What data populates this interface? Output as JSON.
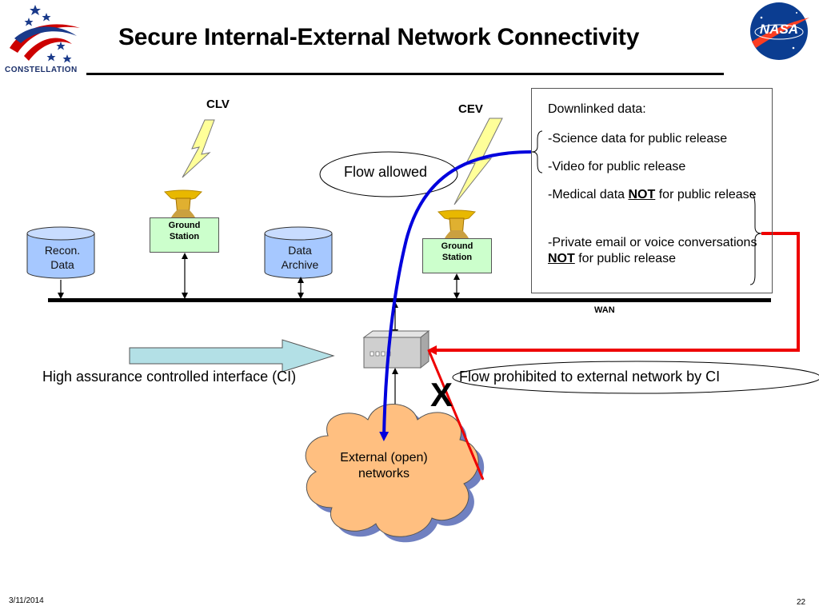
{
  "slide": {
    "title": "Secure Internal-External Network Connectivity",
    "date": "3/11/2014",
    "page": "22"
  },
  "logos": {
    "constellation_text": "CONSTELLATION",
    "nasa_text": "NASA"
  },
  "diagram": {
    "vehicles": {
      "clv": "CLV",
      "cev": "CEV"
    },
    "ground_station_line1": "Ground",
    "ground_station_line2": "Station",
    "recon_data": {
      "line1": "Recon.",
      "line2": "Data"
    },
    "data_archive": {
      "line1": "Data",
      "line2": "Archive"
    },
    "wan": "WAN",
    "flow_allowed": "Flow allowed",
    "ci_label": "High assurance controlled interface (CI)",
    "prohibited_label": "Flow prohibited to external network by CI",
    "x_mark": "X",
    "external_networks": {
      "line1": "External (open)",
      "line2": "networks"
    },
    "downlink": {
      "heading": "Downlinked data:",
      "item1": "-Science data for public release",
      "item2": "-Video for public release",
      "item3_pre": "-Medical data ",
      "item3_bold": "NOT",
      "item3_post": " for public release",
      "item4_pre": "-Private email or voice conversations ",
      "item4_bold": "NOT",
      "item4_post": " for public release"
    },
    "colors": {
      "allowed_flow": "#0000dd",
      "prohibited_flow": "#ee0000",
      "ground_station_fill": "#ccffcc",
      "database_fill": "#a6c8ff",
      "cloud_fill": "#ffbf80",
      "arrow_fill": "#b3e0e6",
      "lightning_fill": "#ffff99"
    }
  }
}
